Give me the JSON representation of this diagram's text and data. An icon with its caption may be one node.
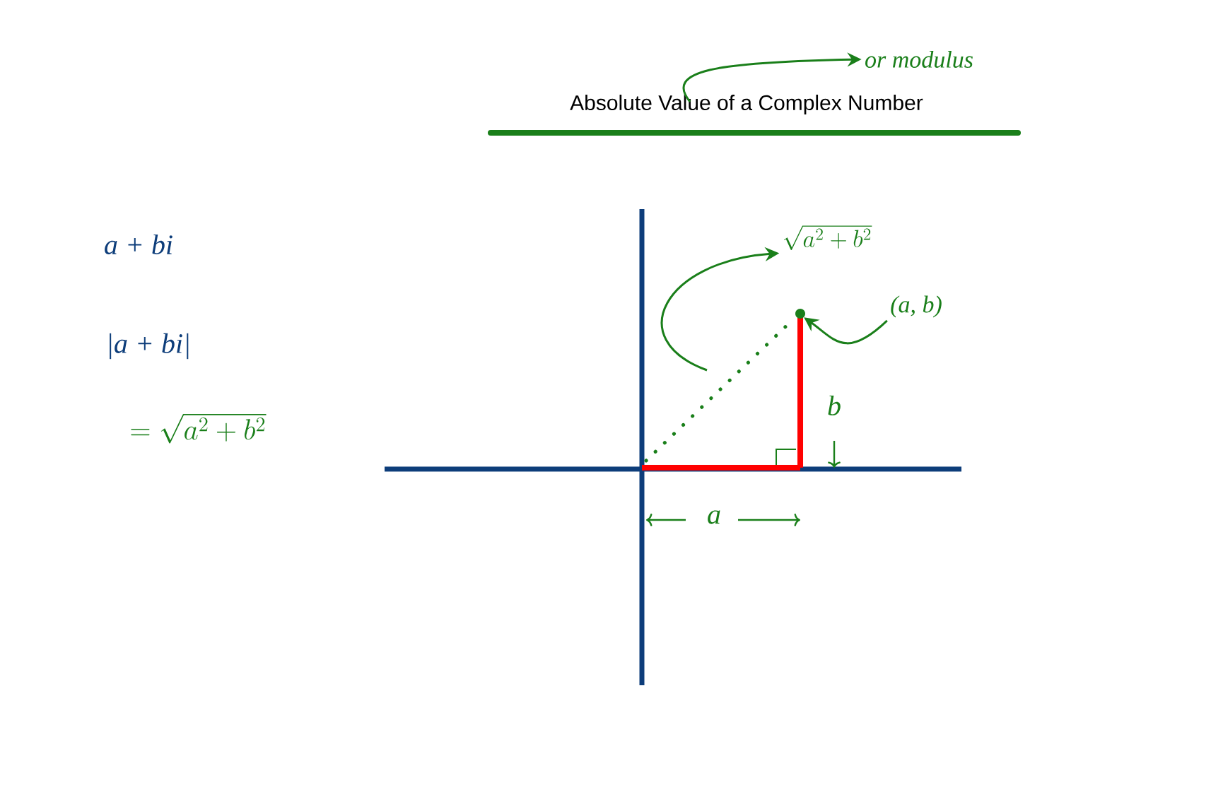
{
  "diagram": {
    "title": "Absolute Value of a Complex Number",
    "nodes": [
      {
        "text": [
          "or modulus"
        ]
      },
      {
        "text": [
          "\\sqrt{a^{2}+b^{2}}"
        ]
      },
      {
        "text": [],
        "shape": "circle"
      },
      {
        "text": [
          "(a, b)"
        ]
      }
    ],
    "edges": [
      {
        "from": null,
        "to": 0,
        "arrow": "to"
      },
      {
        "from": null,
        "to": 1,
        "arrow": "to"
      },
      {
        "from": 3,
        "to": 2,
        "arrow": "to"
      }
    ],
    "labels": [
      "a + bi",
      "|a + bi|",
      "= \\sqrt{a^{2}+b^{2}}",
      "b",
      "a"
    ]
  }
}
